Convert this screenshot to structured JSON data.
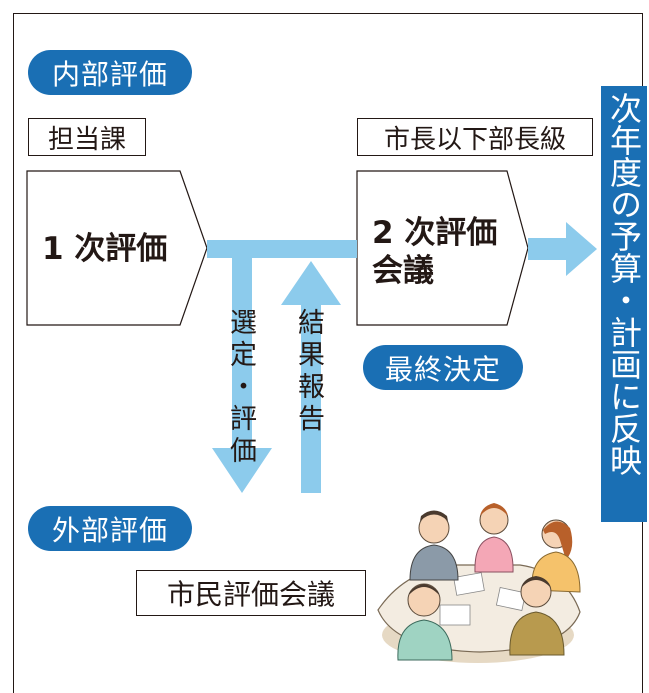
{
  "internal_eval": "内部評価",
  "dept_in_charge": "担当課",
  "mayor_level": "市長以下部長級",
  "first_eval": "1 次評価",
  "second_eval_line1": "2 次評価",
  "second_eval_line2": "会議",
  "selection_eval": "選定・評価",
  "result_report": "結果報告",
  "final_decision": "最終決定",
  "external_eval": "外部評価",
  "citizen_meeting": "市民評価会議",
  "side_banner": "次年度の予算・計画に反映",
  "colors": {
    "accent_blue": "#1a6fb4",
    "arrow_blue": "#8ccbec",
    "ink": "#231815"
  }
}
